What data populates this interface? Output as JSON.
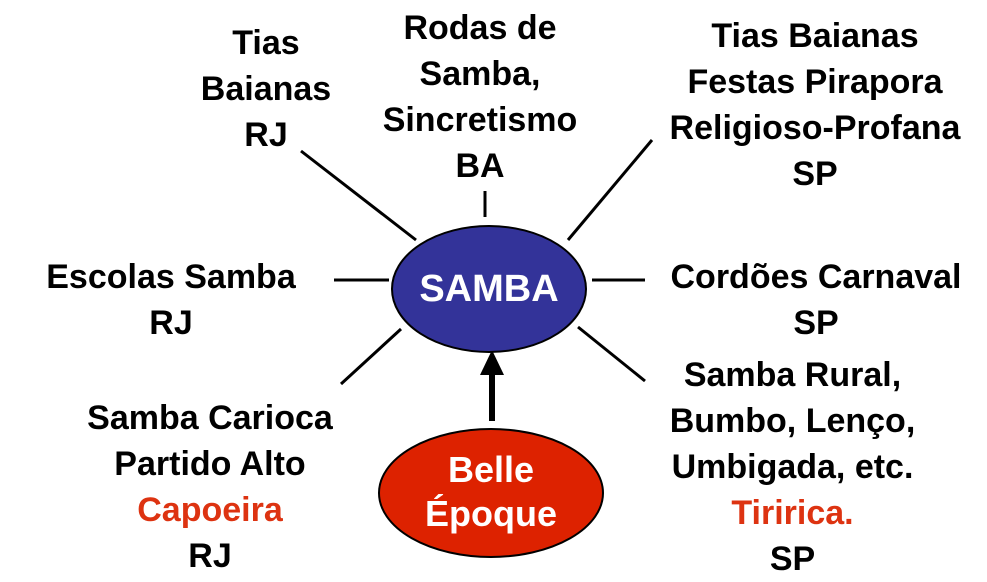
{
  "center": {
    "label": "SAMBA",
    "fill": "#333399",
    "text_color": "#ffffff"
  },
  "origin": {
    "lines": [
      "Belle",
      "Époque"
    ],
    "fill": "#dd2200",
    "text_color": "#ffffff"
  },
  "accent_color": "#dd3311",
  "nodes": {
    "top_left": {
      "lines": [
        {
          "text": "Tias"
        },
        {
          "text": "Baianas"
        },
        {
          "text": "RJ"
        }
      ]
    },
    "top_center": {
      "lines": [
        {
          "text": "Rodas de"
        },
        {
          "text": "Samba,"
        },
        {
          "text": "Sincretismo"
        },
        {
          "text": "BA"
        }
      ]
    },
    "top_right": {
      "lines": [
        {
          "text": "Tias Baianas"
        },
        {
          "text": "Festas Pirapora"
        },
        {
          "text": "Religioso-Profana"
        },
        {
          "text": "SP"
        }
      ]
    },
    "mid_left": {
      "lines": [
        {
          "text": "Escolas Samba"
        },
        {
          "text": "RJ"
        }
      ]
    },
    "mid_right": {
      "lines": [
        {
          "text": "Cordões Carnaval"
        },
        {
          "text": "SP"
        }
      ]
    },
    "bottom_left": {
      "lines": [
        {
          "text": "Samba Carioca"
        },
        {
          "text": "Partido Alto"
        },
        {
          "text": "Capoeira",
          "accent": true
        },
        {
          "text": "RJ"
        }
      ]
    },
    "bottom_right": {
      "lines": [
        {
          "text": "Samba Rural,"
        },
        {
          "text": "Bumbo, Lenço,"
        },
        {
          "text": "Umbigada, etc."
        },
        {
          "text": "Tiririca.",
          "accent": true
        },
        {
          "text": "SP"
        }
      ]
    }
  }
}
